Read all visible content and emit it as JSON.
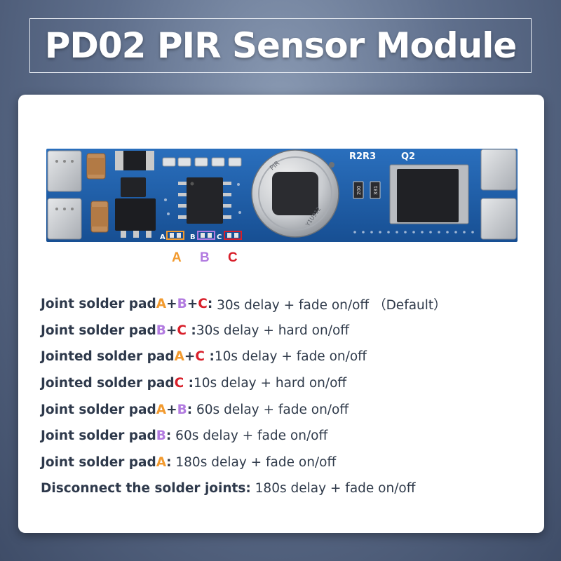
{
  "title": "PD02 PIR Sensor Module",
  "colors": {
    "pad_a": "#f29a2e",
    "pad_b": "#b27be0",
    "pad_c": "#d81f2a",
    "pcb": "#1f5fa8"
  },
  "board": {
    "silkscreen_r2r3": "R2R3",
    "silkscreen_q2": "Q2",
    "sensor_marking": "PIR",
    "sensor_code": "Y1U912",
    "resistor_1": "200",
    "resistor_2": "331",
    "small_pad_a": "A",
    "small_pad_b": "B",
    "small_pad_c": "C"
  },
  "pad_labels": {
    "a": "A",
    "b": "B",
    "c": "C"
  },
  "rows": [
    {
      "label": "Joint solder pad ",
      "pads": [
        "A",
        "B",
        "C"
      ],
      "pad_colors": [
        "a",
        "b",
        "c"
      ],
      "joiners": [
        "+",
        "+"
      ],
      "sep": ":",
      "desc": " 30s delay + fade on/off （Default）"
    },
    {
      "label": "Joint solder pad ",
      "pads": [
        "B",
        "C"
      ],
      "pad_colors": [
        "b",
        "c"
      ],
      "joiners": [
        "+"
      ],
      "sep": " :",
      "desc": "30s delay + hard on/off"
    },
    {
      "label": "Jointed solder pad ",
      "pads": [
        "A",
        "C"
      ],
      "pad_colors": [
        "a",
        "c"
      ],
      "joiners": [
        "+"
      ],
      "sep": " :",
      "desc": "10s delay + fade on/off"
    },
    {
      "label": "Jointed solder pad ",
      "pads": [
        "C"
      ],
      "pad_colors": [
        "c"
      ],
      "joiners": [],
      "sep": " :",
      "desc": "10s delay + hard on/off"
    },
    {
      "label": "Joint solder pad ",
      "pads": [
        "A",
        "B"
      ],
      "pad_colors": [
        "a",
        "b"
      ],
      "joiners": [
        "+"
      ],
      "sep": ":",
      "desc": " 60s delay + fade on/off"
    },
    {
      "label": "Joint solder pad ",
      "pads": [
        "B"
      ],
      "pad_colors": [
        "b"
      ],
      "joiners": [],
      "sep": ":",
      "desc": " 60s delay + fade on/off"
    },
    {
      "label": "Joint solder pad ",
      "pads": [
        "A"
      ],
      "pad_colors": [
        "a"
      ],
      "joiners": [],
      "sep": ":",
      "desc": " 180s delay + fade on/off"
    },
    {
      "label": "Disconnect the solder joints",
      "pads": [],
      "pad_colors": [],
      "joiners": [],
      "sep": ":",
      "desc": " 180s delay + fade on/off"
    }
  ]
}
